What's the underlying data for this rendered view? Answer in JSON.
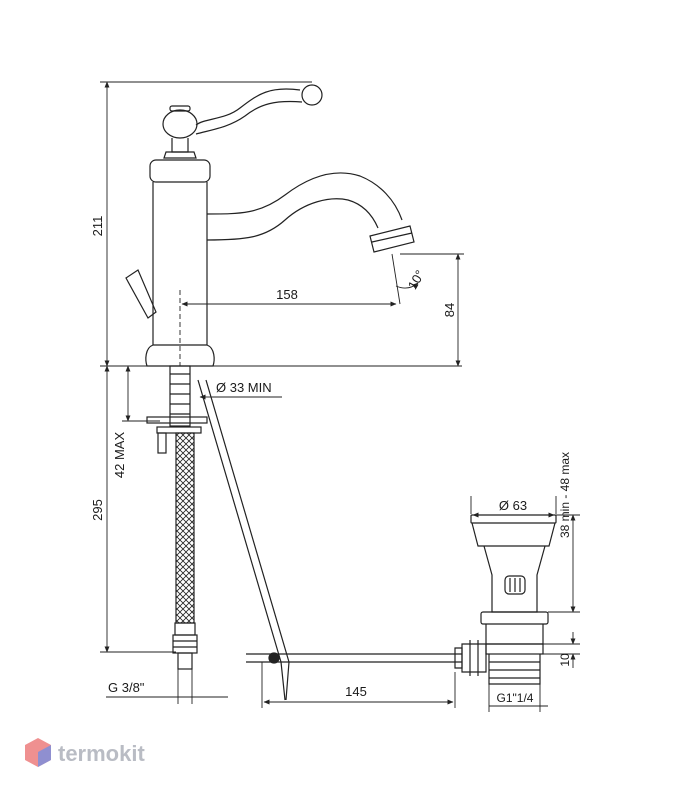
{
  "dimensions": {
    "height_total": "211",
    "reach": "158",
    "spout_height": "84",
    "angle": "10°",
    "hole_diameter": "Ø 33 MIN",
    "deck_thickness": "42 MAX",
    "hose_length": "295",
    "hose_thread": "G 3/8\"",
    "rod_length": "145",
    "drain_diameter": "Ø 63",
    "drain_adjust": "38 min - 48 max",
    "drain_bottom": "10",
    "drain_thread": "G1\"1/4"
  },
  "brand": {
    "name": "termokit",
    "text_color": "#b9bcc4",
    "logo_colors": [
      "#e96b6b",
      "#6f8fe6"
    ]
  }
}
